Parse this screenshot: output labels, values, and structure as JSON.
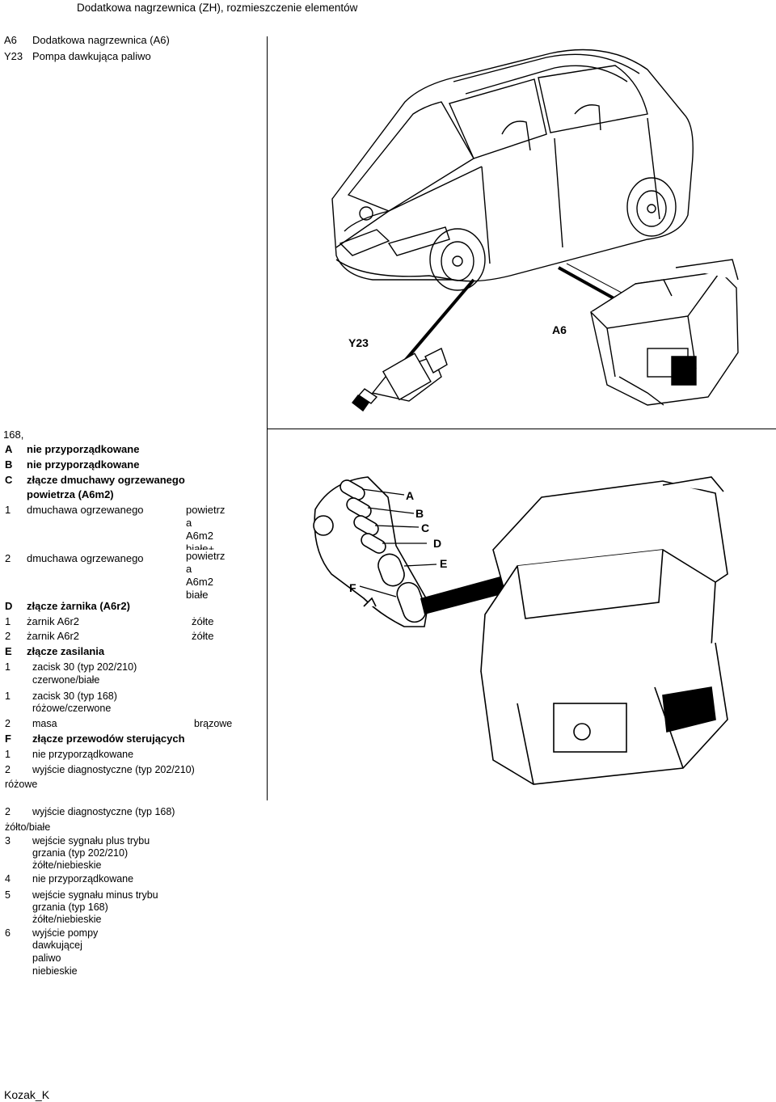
{
  "header": {
    "title": "Dodatkowa nagrzewnica (ZH), rozmieszczenie elementów"
  },
  "legend": [
    {
      "code": "A6",
      "text": "Dodatkowa nagrzewnica (A6)"
    },
    {
      "code": "Y23",
      "text": "Pompa dawkująca paliwo"
    }
  ],
  "figure1": {
    "label_y23": "Y23",
    "label_a6": "A6"
  },
  "connector_figure": {
    "letters": [
      "A",
      "B",
      "C",
      "D",
      "E",
      "F"
    ]
  },
  "pinout": {
    "model": "168,",
    "a": {
      "code": "A",
      "text": "nie przyporządkowane"
    },
    "b": {
      "code": "B",
      "text": "nie przyporządkowane"
    },
    "c": {
      "code": "C",
      "text1": "złącze dmuchawy ogrzewanego",
      "text2": "powietrza (A6m2)"
    },
    "c1": {
      "num": "1",
      "text": "dmuchawa ogrzewanego",
      "r1": "powietrz",
      "r2": "a",
      "r3": "A6m2",
      "r4": "białe+"
    },
    "c2": {
      "num": "2",
      "text": "dmuchawa ogrzewanego",
      "r1": "powietrz",
      "r2": "a",
      "r3": "A6m2",
      "r4": "białe"
    },
    "d": {
      "code": "D",
      "text": "złącze żarnika (A6r2)"
    },
    "d1": {
      "num": "1",
      "text": "żarnik A6r2",
      "color": "żółte"
    },
    "d2": {
      "num": "2",
      "text": "żarnik A6r2",
      "color": "żółte"
    },
    "e": {
      "code": "E",
      "text": "złącze zasilania"
    },
    "e1a": {
      "num": "1",
      "text": "zacisk 30 (typ 202/210)",
      "color": "czerwone/białe"
    },
    "e1b": {
      "num": "1",
      "text": "zacisk 30 (typ 168)",
      "color": "różowe/czerwone"
    },
    "e2": {
      "num": "2",
      "text": "masa",
      "color": "brązowe"
    },
    "f": {
      "code": "F",
      "text": "złącze przewodów sterujących"
    },
    "f1": {
      "num": "1",
      "text": "nie przyporządkowane"
    },
    "f2a": {
      "num": "2",
      "text": "wyjście diagnostyczne (typ 202/210)",
      "color": "różowe"
    },
    "f2b": {
      "num": "2",
      "text": "wyjście diagnostyczne (typ 168)",
      "color": "żółto/białe"
    },
    "f3": {
      "num": "3",
      "text1": "wejście sygnału plus trybu",
      "text2": "grzania (typ 202/210)",
      "color": "żółte/niebieskie"
    },
    "f4": {
      "num": "4",
      "text": "nie przyporządkowane"
    },
    "f5": {
      "num": "5",
      "text1": "wejście sygnału minus trybu",
      "text2": "grzania (typ 168)",
      "color": "żółte/niebieskie"
    },
    "f6": {
      "num": "6",
      "text1": "wyjście pompy",
      "text2": "dawkującej",
      "text3": "paliwo",
      "color": "niebieskie"
    }
  },
  "footer": {
    "author": "Kozak_K"
  }
}
